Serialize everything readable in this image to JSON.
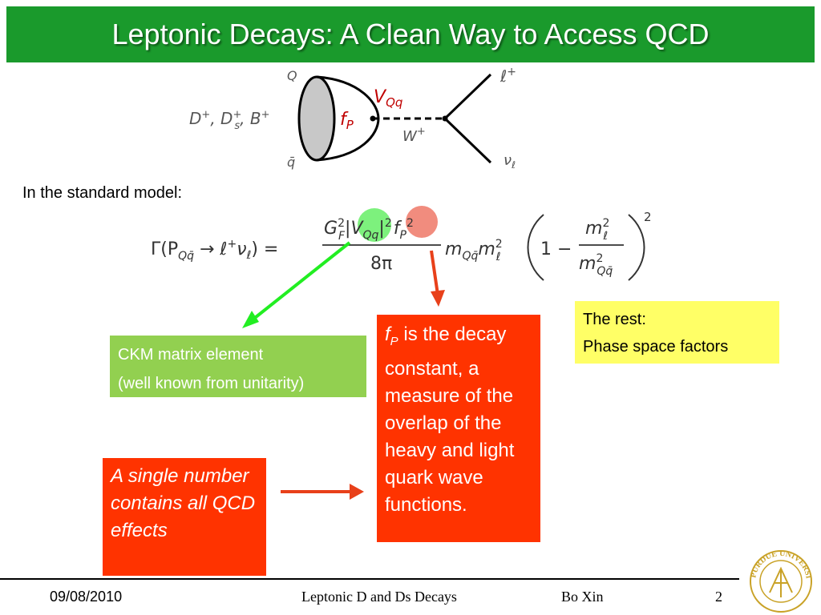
{
  "title": "Leptonic Decays: A Clean Way to Access QCD",
  "diagram": {
    "quark_top": "Q",
    "quark_bottom": "q̄",
    "meson_label_parts": [
      "D",
      "+",
      ", D",
      "+",
      "s",
      ", B",
      "+"
    ],
    "fp": "f",
    "fp_sub": "P",
    "vqq": "V",
    "vqq_sub": "Qq",
    "w": "W",
    "w_sup": "+",
    "lepton": "ℓ",
    "lepton_sup": "+",
    "neutrino": "ν",
    "neutrino_sub": "ℓ"
  },
  "intro_text": "In the standard model:",
  "formula": {
    "lhs": "Γ(P",
    "lhs_sub": "Qq̄",
    "lhs_rest": " → ℓ",
    "lhs_sup": "+",
    "lhs_nu": "ν",
    "lhs_nu_sub": "ℓ",
    "lhs_close": ") =",
    "num_G": "G",
    "num_G_sup": "2",
    "num_G_sub": "F",
    "num_V": "|V",
    "num_V_sub": "Qq",
    "num_V_close": "|",
    "num_V_sup": "2",
    "num_f": "f",
    "num_f_sub": "P",
    "num_f_sup": "2",
    "den": "8π",
    "mass_m": "m",
    "mass_m_sub": "Qq̄",
    "mass_ml": "m",
    "mass_ml_sup": "2",
    "mass_ml_sub": "ℓ",
    "paren_one": "1 −",
    "frac_num": "m",
    "frac_num_sup": "2",
    "frac_num_sub": "ℓ",
    "frac_den": "m",
    "frac_den_sup": "2",
    "frac_den_sub": "Qq̄",
    "outer_sup": "2"
  },
  "ckm_box": {
    "line1": "CKM matrix element",
    "line2": "(well known from unitarity)"
  },
  "fp_box": {
    "f": "f",
    "sub": "P",
    "text": " is the decay constant, a measure of the overlap of the heavy and light quark wave functions."
  },
  "rest_box": {
    "line1": "The rest:",
    "line2": "Phase space factors"
  },
  "single_box": {
    "text": "A single number contains all QCD effects"
  },
  "footer": {
    "date": "09/08/2010",
    "talk": "Leptonic D and Ds Decays",
    "author": "Bo Xin",
    "page": "2"
  },
  "seal_text": "PURDUE UNIVERSITY",
  "colors": {
    "title_bg": "#1a9a2c",
    "ckm_bg": "#92d050",
    "red_box": "#ff3300",
    "rest_bg": "#ffff66",
    "green_arrow": "#22ee22",
    "red_arrow": "#e8401a",
    "fp_text": "#c00000",
    "seal": "#c9a227"
  }
}
